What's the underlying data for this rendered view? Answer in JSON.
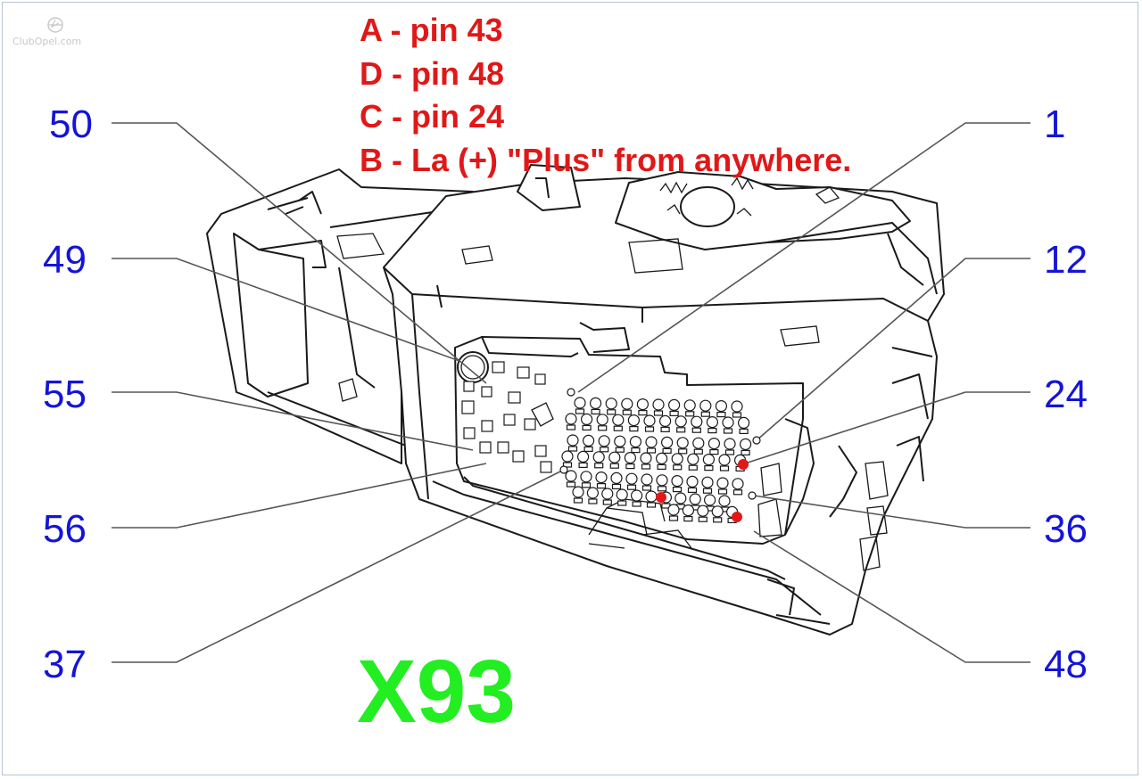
{
  "watermark": "ClubOpel.com",
  "connector_name": "X93",
  "legend": [
    "A - pin 43",
    "D - pin 48",
    "C - pin 24",
    "B - La (+) \"Plus\" from anywhere."
  ],
  "pin_labels": {
    "left": [
      "50",
      "49",
      "55",
      "56",
      "37"
    ],
    "right": [
      "1",
      "12",
      "24",
      "36",
      "48"
    ]
  },
  "colors": {
    "pin_label": "#1414d8",
    "legend": "#e01818",
    "title": "#22ee22",
    "marker": "#e21818"
  }
}
